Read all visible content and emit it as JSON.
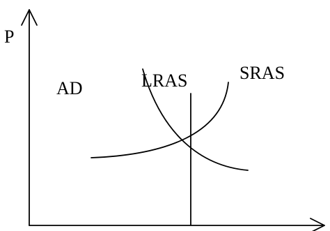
{
  "labels": {
    "y_axis": "P",
    "ad": "AD",
    "lras": "LRAS",
    "sras": "SRAS"
  },
  "colors": {
    "ink": "#000000",
    "background": "#ffffff"
  }
}
